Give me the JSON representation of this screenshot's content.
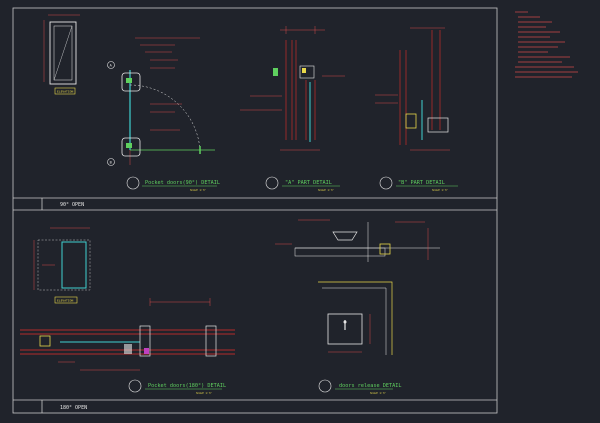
{
  "colors": {
    "background": "#20232b",
    "frame": "#c8c8c8",
    "dim": "#d24a4a",
    "wall": "#b22b2b",
    "door": "#3fd0d0",
    "green": "#5fd05f",
    "yellow": "#e8d84a",
    "magenta": "#c040c0",
    "white": "#e6e6e6",
    "notes": "#d24a4a"
  },
  "sections": {
    "top_label": "90° OPEN",
    "bottom_label": "180° OPEN"
  },
  "views": {
    "elev_tag_top": "ELEVATION",
    "elev_tag_bottom": "ELEVATION",
    "scale_tag": "SCALE 1:??"
  },
  "details": {
    "pocket_90": "Pocket doors(90°) DETAIL",
    "part_a": "\"A\" PART DETAIL",
    "part_b": "\"B\" PART DETAIL",
    "pocket_180": "Pocket doors(180°) DETAIL",
    "doors_release": "doors release DETAIL"
  },
  "markers": {
    "a": "A",
    "b": "B"
  }
}
